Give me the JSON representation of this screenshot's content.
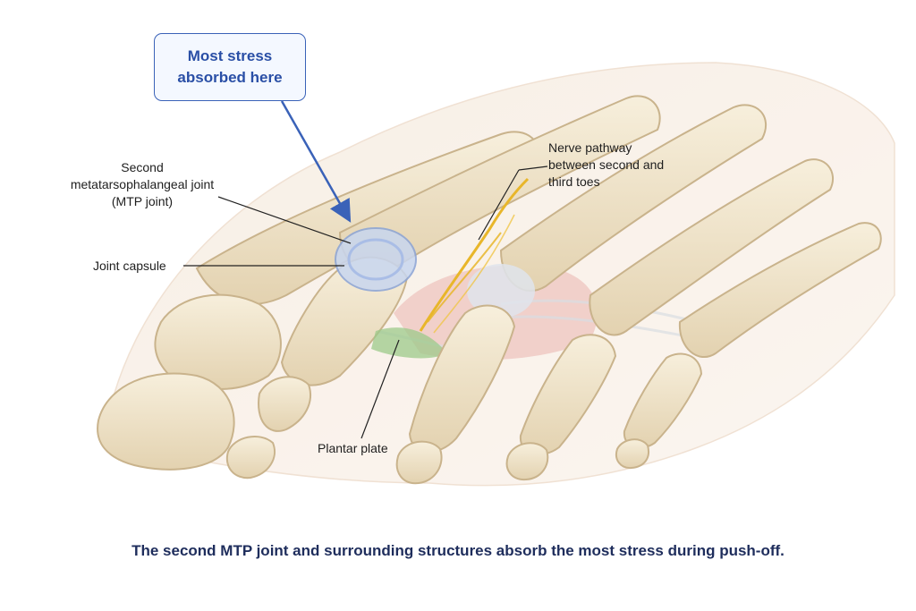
{
  "callout": {
    "text": "Most stress absorbed here",
    "color": "#3a62b8"
  },
  "labels": {
    "second_mtp_joint": "Second metatarsophalangeal joint (MTP joint)",
    "joint_capsule": "Joint capsule",
    "nerve_pathway": "Nerve pathway between second and third toes",
    "plantar_plate": "Plantar plate"
  },
  "caption": "The second MTP joint and surrounding structures absorb the most stress during push-off.",
  "colors": {
    "bone": "#ece0c6",
    "bone_outline": "#c9b38c",
    "capsule": "#c8d6ef",
    "nerve": "#e8b62a",
    "plantar_plate": "#9cc98a",
    "soft_tissue": "#e7a7a2",
    "caption": "#1e2d5c"
  }
}
